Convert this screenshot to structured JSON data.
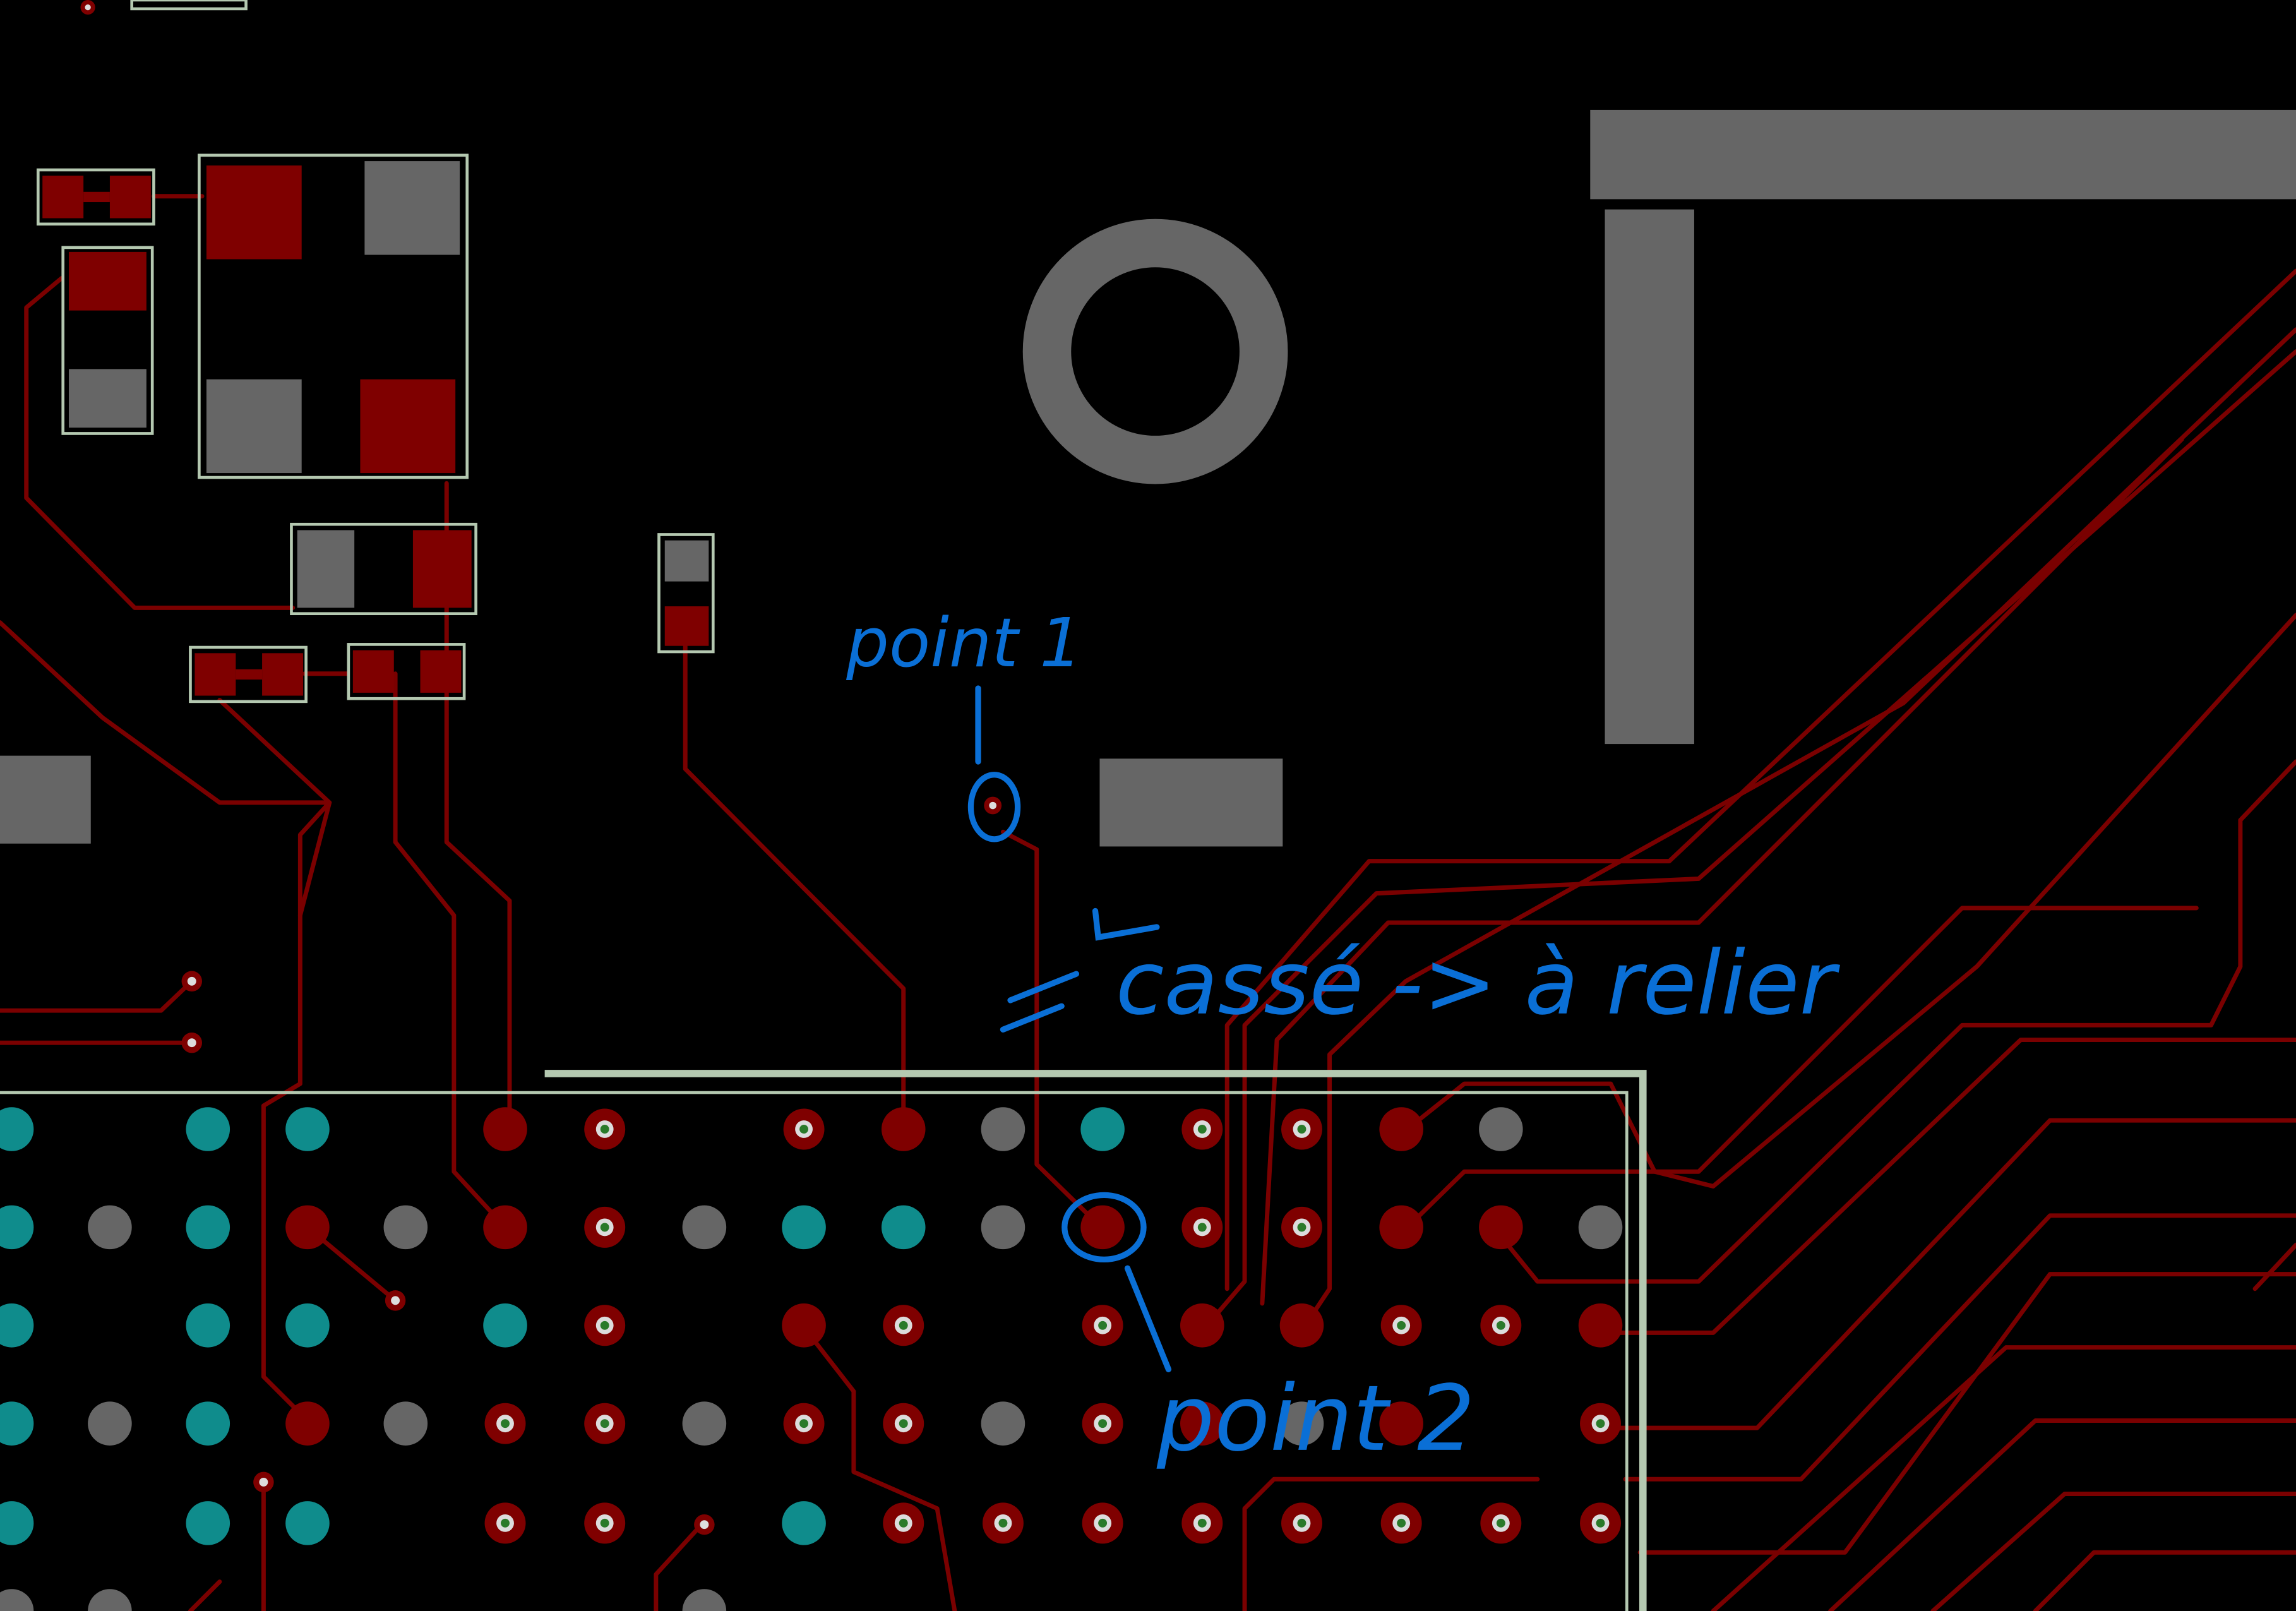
{
  "colors": {
    "background": "#000000",
    "copper_trace": "#7a0000",
    "copper_pad": "#7f0000",
    "pad_grey": "#666666",
    "pad_teal": "#0f8c8c",
    "outline": "#b4c8b0",
    "via_drill": "#dcdcdc",
    "annotation": "#0a6fd6"
  },
  "annotations": {
    "point1": "point 1",
    "point2": "point 2",
    "note": "cassé -> à relier"
  },
  "icons": {
    "mounting_hole": "ring-hole-icon",
    "via": "via-icon"
  }
}
